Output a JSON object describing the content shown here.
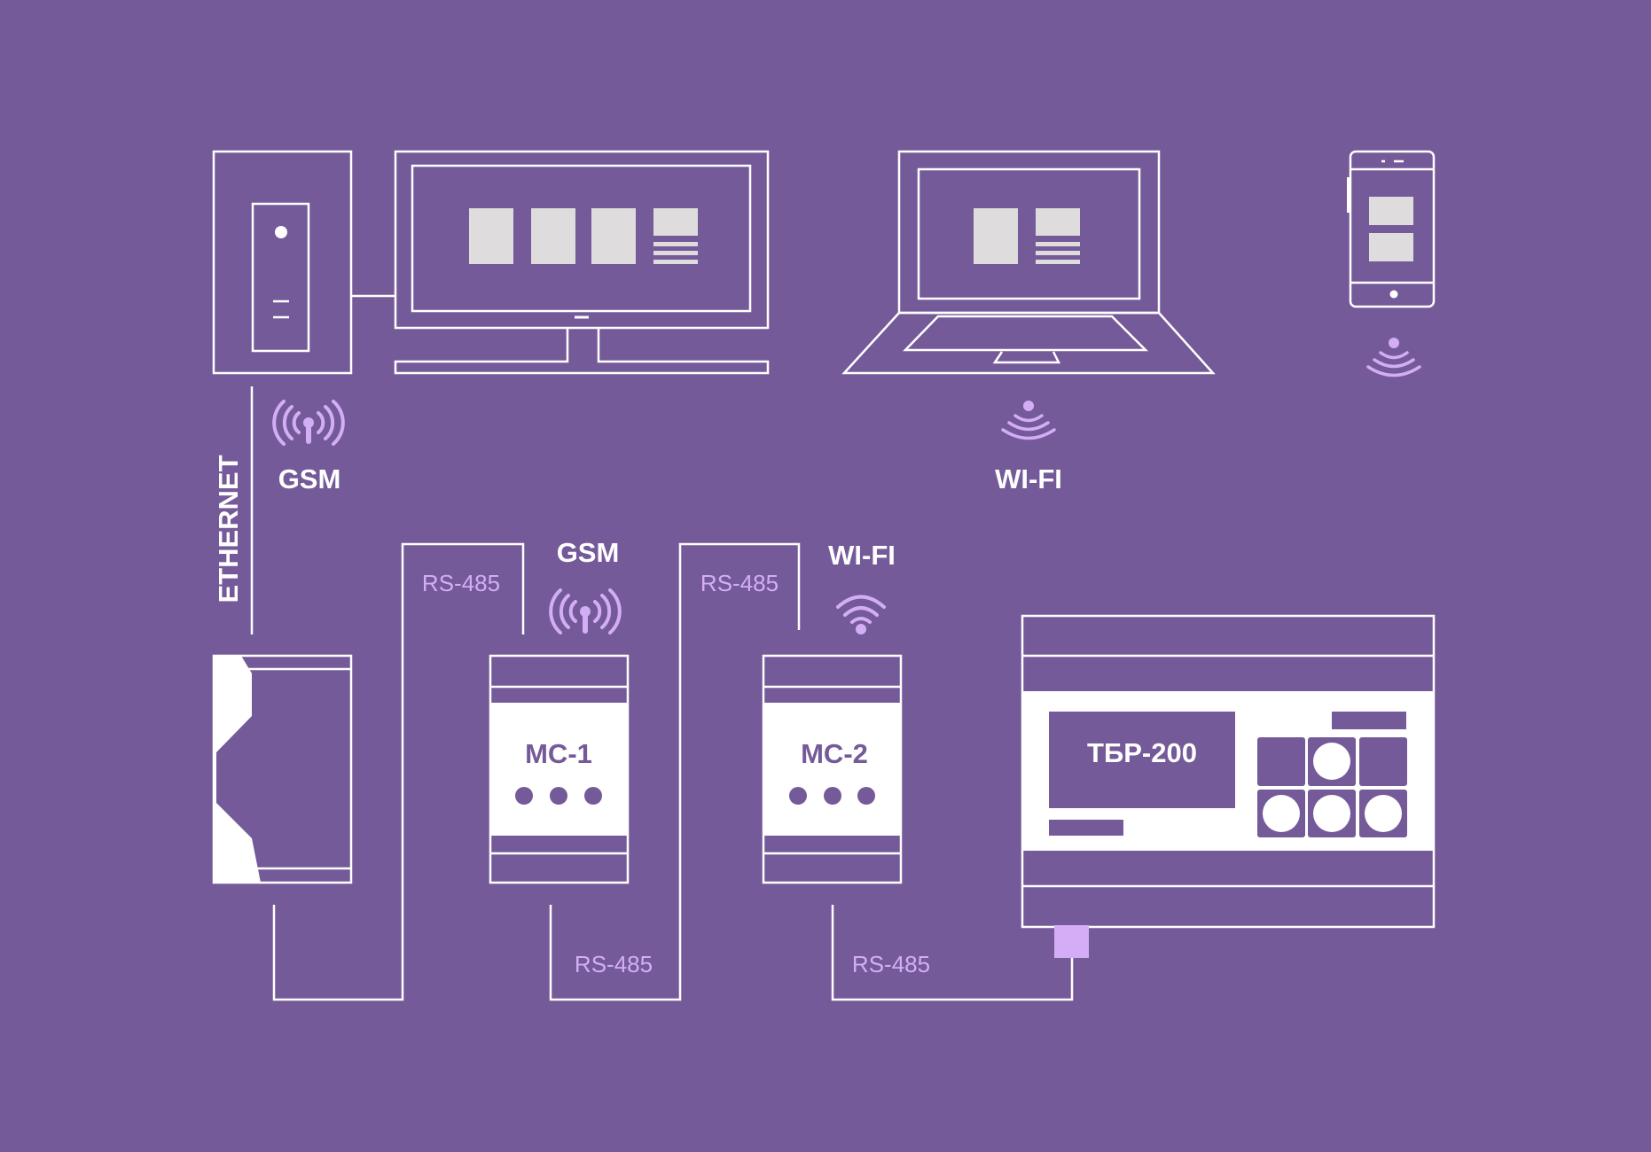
{
  "colors": {
    "background": "#755a99",
    "line": "#ffffff",
    "accent": "#d3adf6",
    "screen_tile": "#dedcdc"
  },
  "labels": {
    "ethernet": "ETHERNET",
    "gsm_top": "GSM",
    "wifi_top": "WI-FI",
    "gsm_mc1": "GSM",
    "wifi_mc2": "WI-FI",
    "rs485_upper_left": "RS-485",
    "rs485_upper_right": "RS-485",
    "rs485_lower_mc1": "RS-485",
    "rs485_lower_mc2": "RS-485"
  },
  "devices": {
    "mc1": "МС-1",
    "mc2": "МС-2",
    "tbr": "ТБР-200"
  },
  "icons": {
    "gsm": "cell-tower-icon",
    "wifi_broadcast": "wifi-signal-icon",
    "wifi_antenna": "wifi-icon"
  }
}
